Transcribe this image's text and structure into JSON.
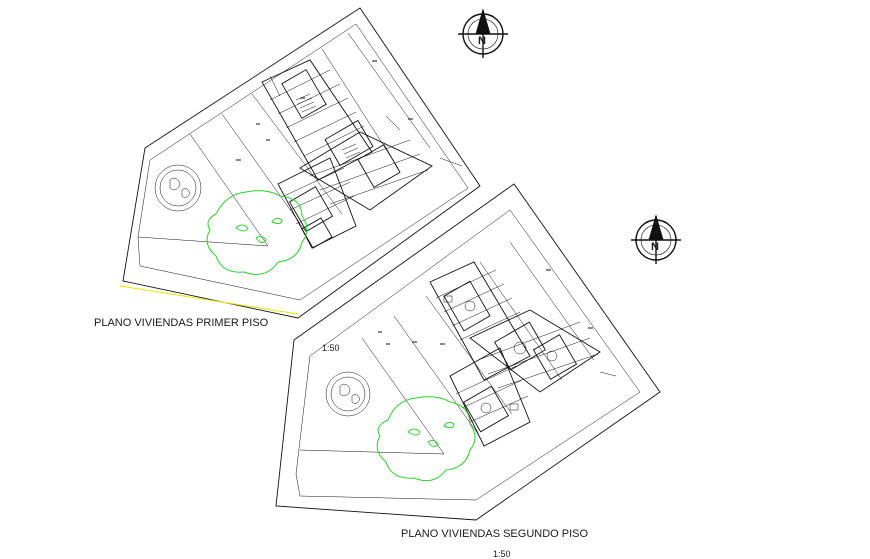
{
  "drawing": {
    "plan_1": {
      "title": "PLANO VIVIENDAS PRIMER PISO",
      "scale": "1:50"
    },
    "plan_2": {
      "title": "PLANO VIVIENDAS SEGUNDO  PISO",
      "scale": "1:50"
    },
    "north_arrow": {
      "letter": "N"
    },
    "colors": {
      "linework": "#111111",
      "tree_outline": "#2fcf2f",
      "property_line": "#e8e600",
      "background": "#ffffff"
    }
  }
}
